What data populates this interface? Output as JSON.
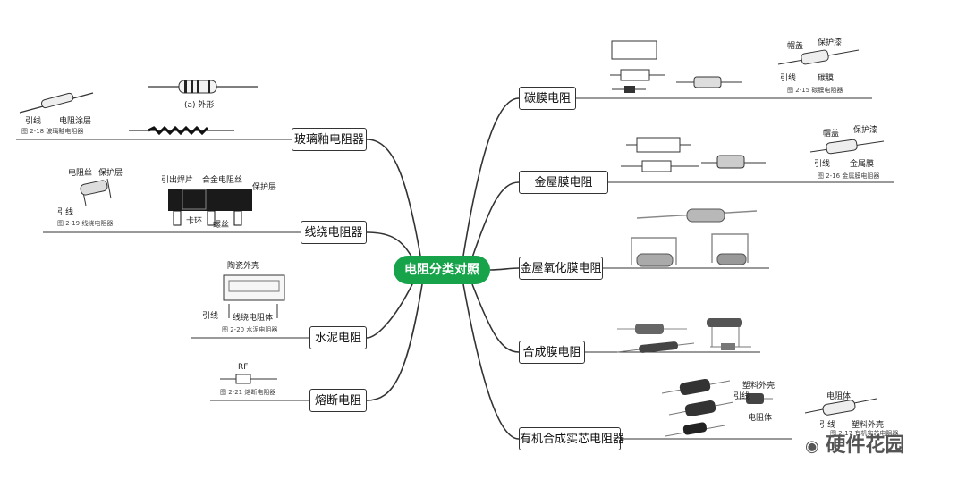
{
  "root": "电阻分类对照",
  "left_branches": [
    {
      "label": "玻璃釉电阻器"
    },
    {
      "label": "线绕电阻器"
    },
    {
      "label": "水泥电阻"
    },
    {
      "label": "熔断电阻"
    }
  ],
  "right_branches": [
    {
      "label": "碳膜电阻"
    },
    {
      "label": "金屋膜电阻"
    },
    {
      "label": "金屋氧化膜电阻"
    },
    {
      "label": "合成膜电阻"
    },
    {
      "label": "有机合成实芯电阻器"
    }
  ],
  "figures": {
    "glass": {
      "lead": "引线",
      "coat": "电阻涂层",
      "caption": "图 2-18  玻璃釉电阻器",
      "outer": "(a) 外形"
    },
    "wire": {
      "wire": "电阻丝",
      "protect": "保护层",
      "lead": "引线",
      "caption": "图 2-19  线绕电阻器",
      "tab": "引出焊片",
      "alloy": "合金电阻丝",
      "protect2": "保护层",
      "clip": "卡环",
      "screw": "螺丝"
    },
    "cement": {
      "shell": "陶瓷外壳",
      "lead": "引线",
      "body": "线绕电阻体",
      "caption": "图 2-20  水泥电阻器"
    },
    "fuse": {
      "rf": "RF",
      "caption": "图 2-21  熔断电阻器"
    },
    "carbon": {
      "cap": "帽盖",
      "protect": "保护漆",
      "lead": "引线",
      "film": "碳膜",
      "caption": "图 2-15  碳膜电阻器"
    },
    "metal": {
      "cap": "帽盖",
      "protect": "保护漆",
      "lead": "引线",
      "film": "金属膜",
      "caption": "图 2-16  金属膜电阻器"
    },
    "organic": {
      "shell": "塑料外壳",
      "lead": "引线",
      "body": "电阻体",
      "caption": "图 2-17  有机实芯电阻器",
      "body2": "电阻体",
      "lead2": "引线",
      "shell2": "塑料外壳"
    }
  },
  "watermark": "硬件花园",
  "colors": {
    "root": "#16a34a",
    "line": "#333333"
  }
}
